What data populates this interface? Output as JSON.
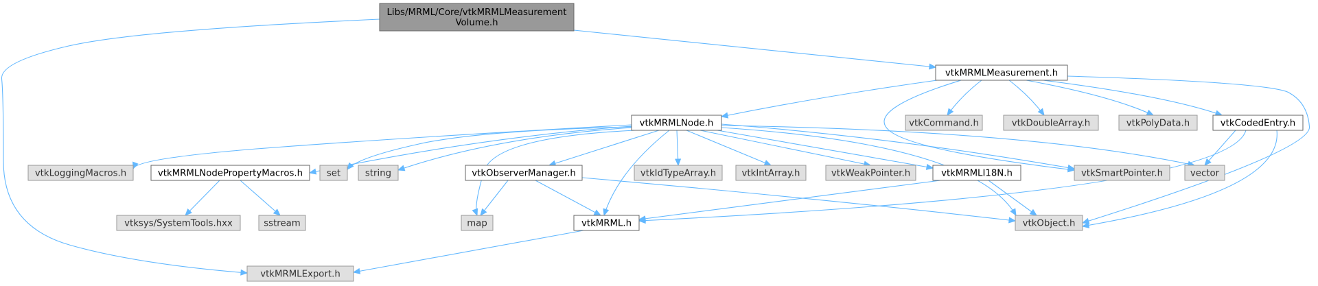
{
  "nodes": {
    "root": {
      "label": [
        "Libs/MRML/Core/vtkMRMLMeasurement",
        "Volume.h"
      ],
      "kind": "main"
    },
    "measurement": {
      "label": [
        "vtkMRMLMeasurement.h"
      ],
      "kind": "link"
    },
    "node": {
      "label": [
        "vtkMRMLNode.h"
      ],
      "kind": "link"
    },
    "command": {
      "label": [
        "vtkCommand.h"
      ],
      "kind": "ext"
    },
    "doublearray": {
      "label": [
        "vtkDoubleArray.h"
      ],
      "kind": "ext"
    },
    "polydata": {
      "label": [
        "vtkPolyData.h"
      ],
      "kind": "ext"
    },
    "codedentry": {
      "label": [
        "vtkCodedEntry.h"
      ],
      "kind": "link"
    },
    "loggingmacros": {
      "label": [
        "vtkLoggingMacros.h"
      ],
      "kind": "ext"
    },
    "propertymacros": {
      "label": [
        "vtkMRMLNodePropertyMacros.h"
      ],
      "kind": "link"
    },
    "set": {
      "label": [
        "set"
      ],
      "kind": "ext"
    },
    "string": {
      "label": [
        "string"
      ],
      "kind": "ext"
    },
    "observermanager": {
      "label": [
        "vtkObserverManager.h"
      ],
      "kind": "link"
    },
    "idtypearray": {
      "label": [
        "vtkIdTypeArray.h"
      ],
      "kind": "ext"
    },
    "intarray": {
      "label": [
        "vtkIntArray.h"
      ],
      "kind": "ext"
    },
    "weakpointer": {
      "label": [
        "vtkWeakPointer.h"
      ],
      "kind": "ext"
    },
    "i18n": {
      "label": [
        "vtkMRMLI18N.h"
      ],
      "kind": "link"
    },
    "smartpointer": {
      "label": [
        "vtkSmartPointer.h"
      ],
      "kind": "ext"
    },
    "vector": {
      "label": [
        "vector"
      ],
      "kind": "ext"
    },
    "systemtools": {
      "label": [
        "vtksys/SystemTools.hxx"
      ],
      "kind": "ext"
    },
    "sstream": {
      "label": [
        "sstream"
      ],
      "kind": "ext"
    },
    "map": {
      "label": [
        "map"
      ],
      "kind": "ext"
    },
    "mrml": {
      "label": [
        "vtkMRML.h"
      ],
      "kind": "link"
    },
    "object": {
      "label": [
        "vtkObject.h"
      ],
      "kind": "ext"
    },
    "mrmlexport": {
      "label": [
        "vtkMRMLExport.h"
      ],
      "kind": "ext"
    }
  },
  "edges": [
    [
      "root",
      "measurement"
    ],
    [
      "root",
      "mrmlexport"
    ],
    [
      "measurement",
      "node"
    ],
    [
      "measurement",
      "command"
    ],
    [
      "measurement",
      "doublearray"
    ],
    [
      "measurement",
      "polydata"
    ],
    [
      "measurement",
      "codedentry"
    ],
    [
      "measurement",
      "smartpointer"
    ],
    [
      "measurement",
      "object"
    ],
    [
      "node",
      "loggingmacros"
    ],
    [
      "node",
      "propertymacros"
    ],
    [
      "node",
      "set"
    ],
    [
      "node",
      "string"
    ],
    [
      "node",
      "map"
    ],
    [
      "node",
      "observermanager"
    ],
    [
      "node",
      "mrml"
    ],
    [
      "node",
      "idtypearray"
    ],
    [
      "node",
      "intarray"
    ],
    [
      "node",
      "weakpointer"
    ],
    [
      "node",
      "i18n"
    ],
    [
      "node",
      "smartpointer"
    ],
    [
      "node",
      "object"
    ],
    [
      "node",
      "vector"
    ],
    [
      "codedentry",
      "vector"
    ],
    [
      "codedentry",
      "mrml"
    ],
    [
      "codedentry",
      "object"
    ],
    [
      "propertymacros",
      "systemtools"
    ],
    [
      "propertymacros",
      "sstream"
    ],
    [
      "observermanager",
      "map"
    ],
    [
      "observermanager",
      "mrml"
    ],
    [
      "observermanager",
      "object"
    ],
    [
      "i18n",
      "mrml"
    ],
    [
      "i18n",
      "object"
    ],
    [
      "mrml",
      "mrmlexport"
    ]
  ]
}
